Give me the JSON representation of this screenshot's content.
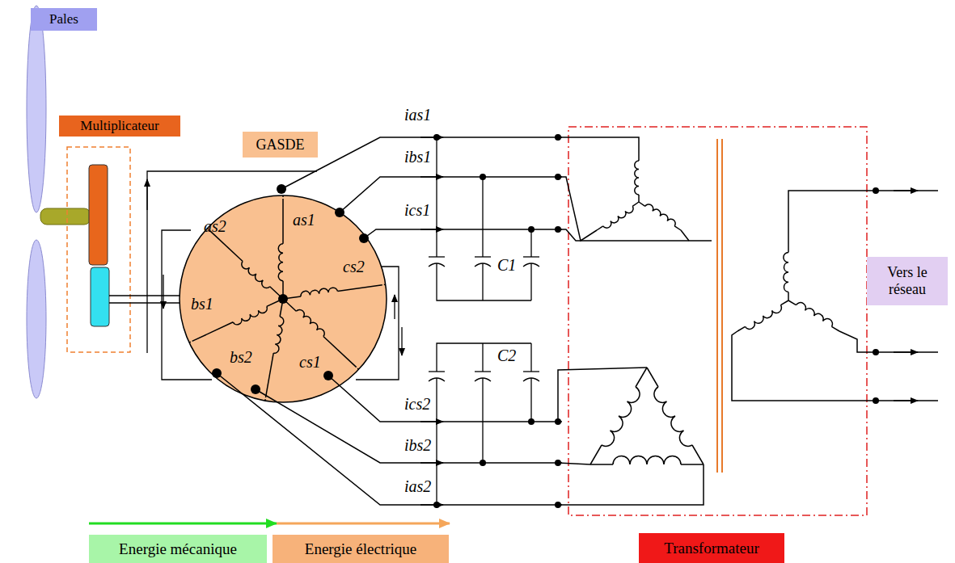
{
  "diagram": {
    "nodes": [
      {
        "text": [
          "Pales"
        ]
      },
      {
        "text": [
          "Multiplicateur"
        ]
      },
      {
        "text": [
          "GASDE"
        ]
      },
      {
        "text": [
          "Transformateur"
        ]
      },
      {
        "text": [
          "Vers le réseau"
        ]
      },
      {
        "text": [
          "Energie mécanique"
        ]
      },
      {
        "text": [
          "Energie électrique"
        ]
      }
    ],
    "labels": [
      "as1",
      "as2",
      "bs1",
      "bs2",
      "cs2",
      "cs1",
      "ias1",
      "ibs1",
      "ics1",
      "C1",
      "C2",
      "ics2",
      "ibs2",
      "ias2"
    ]
  }
}
